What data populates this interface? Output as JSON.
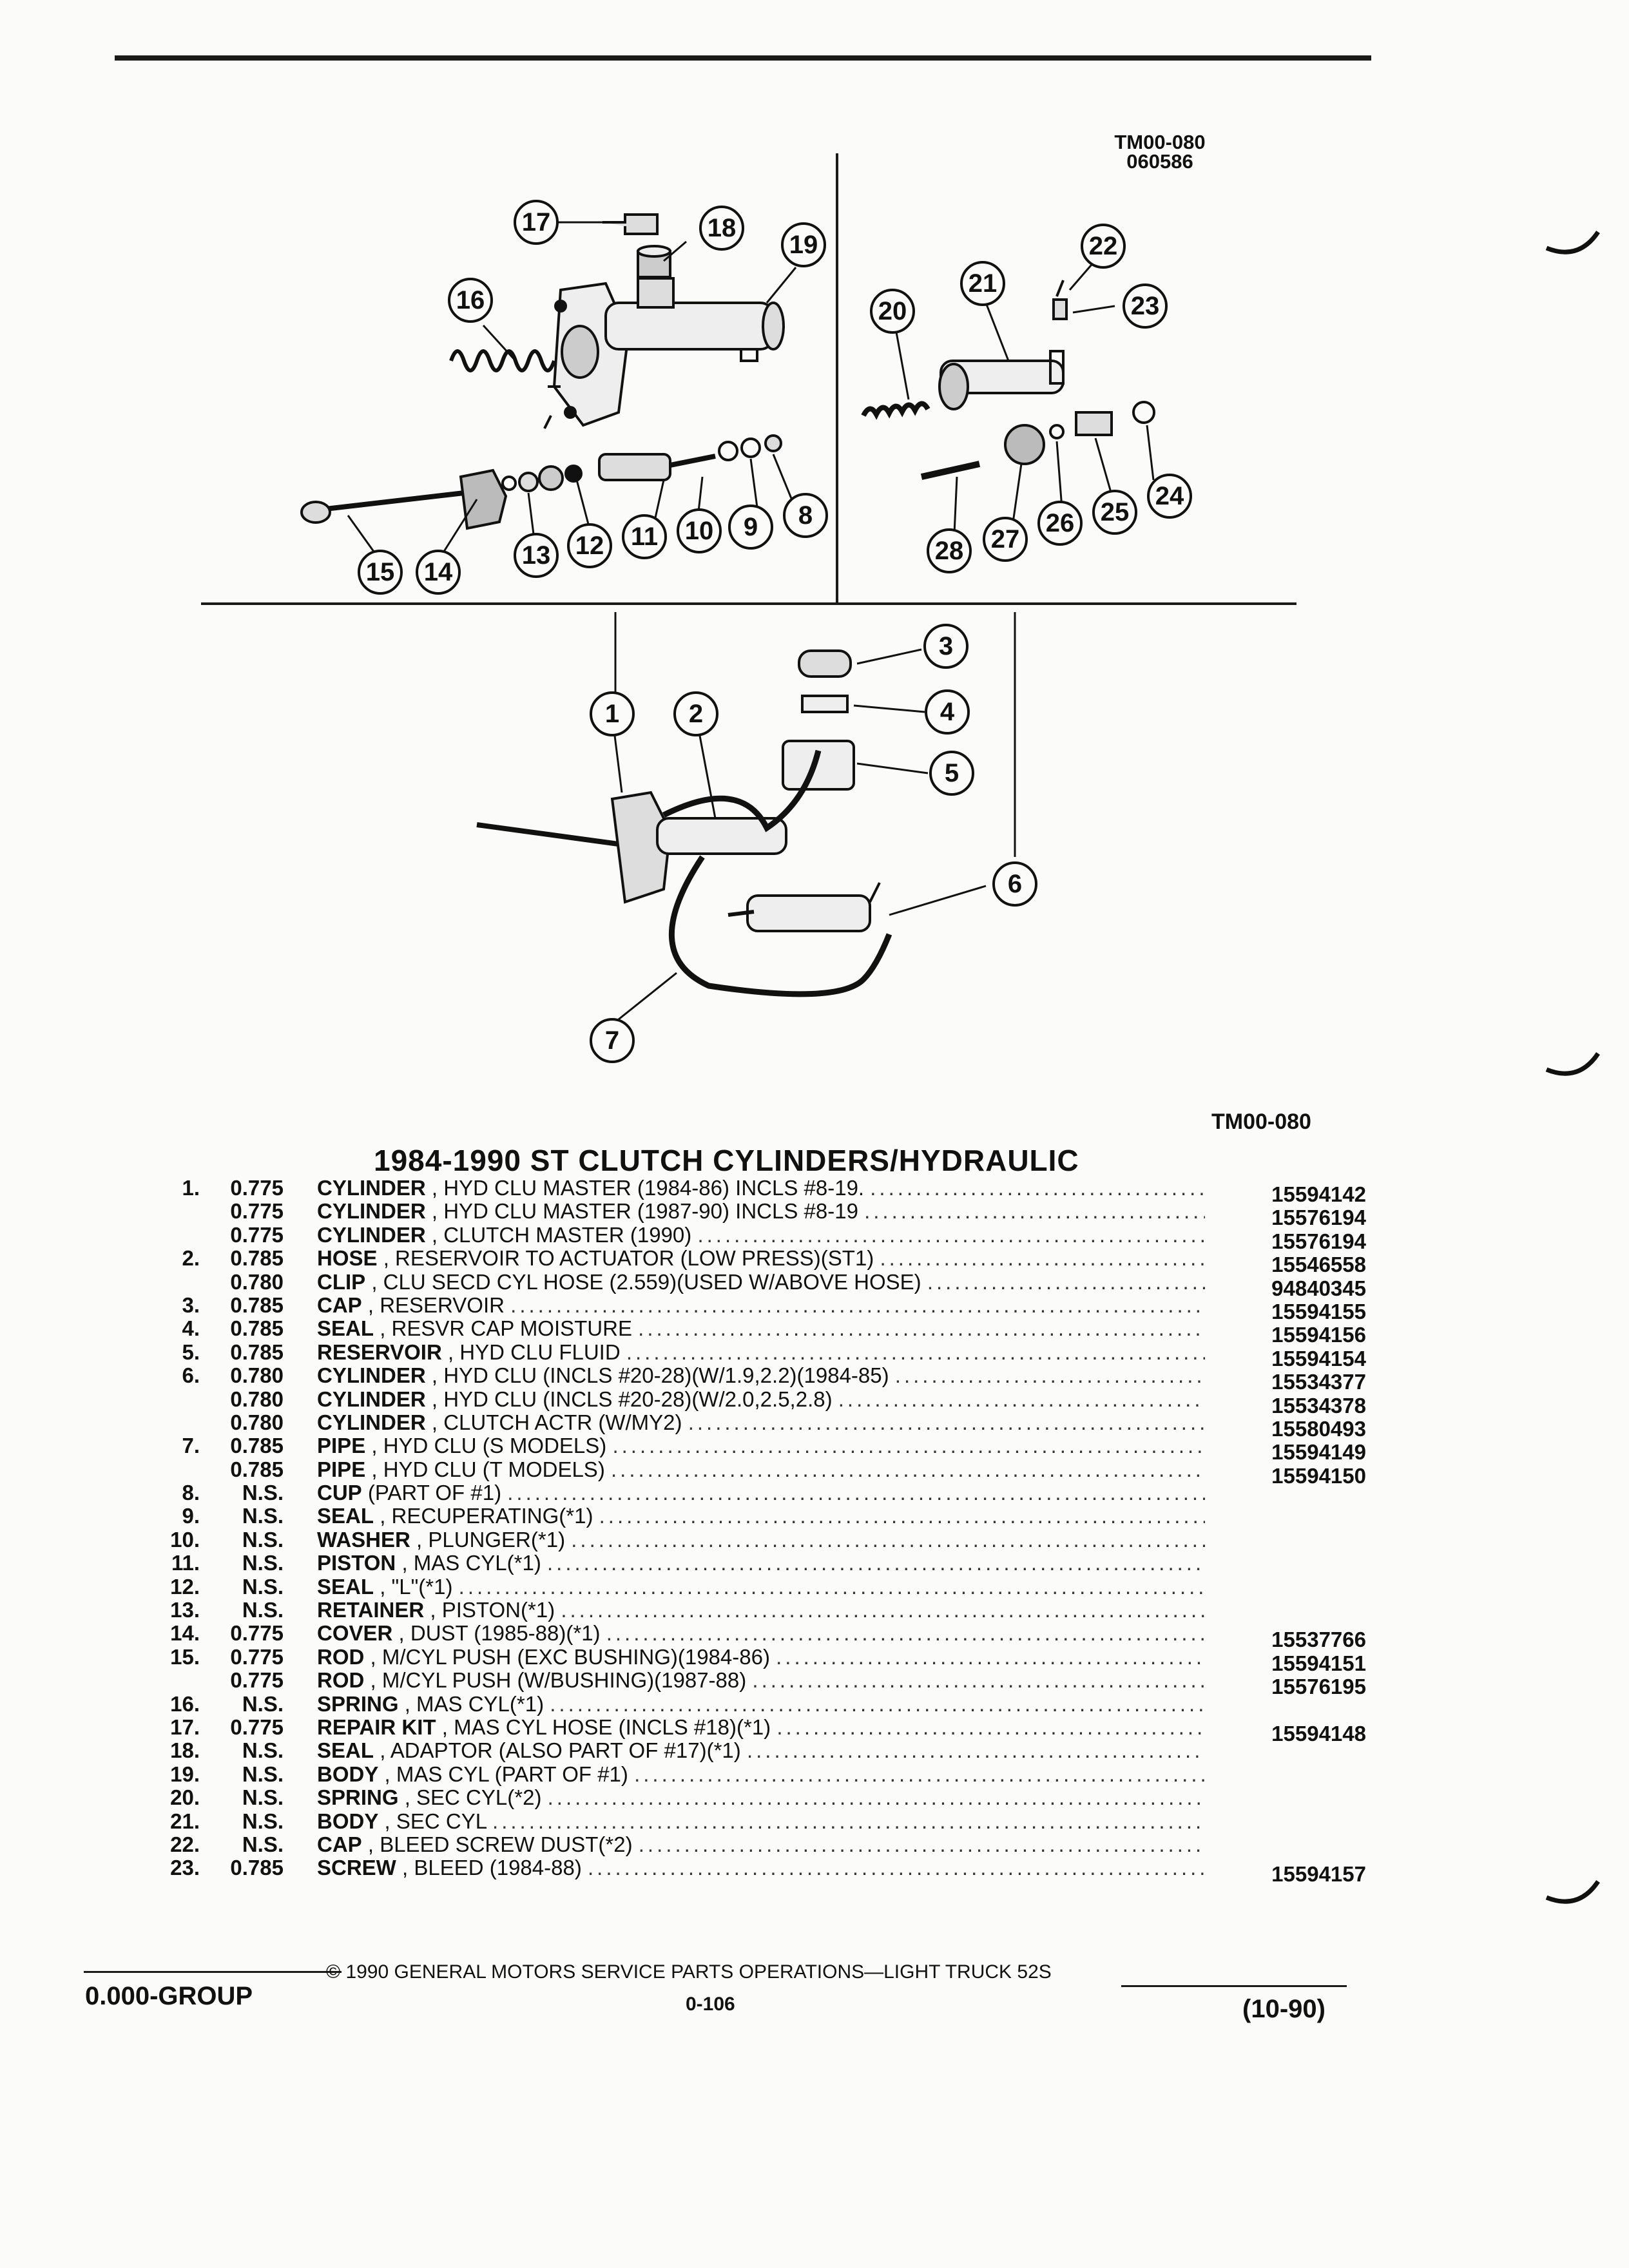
{
  "reference": {
    "code": "TM00-080",
    "date_code": "060586"
  },
  "figure_label": "TM00-080",
  "title": "1984-1990 ST CLUTCH CYLINDERS/HYDRAULIC",
  "callouts": [
    "1",
    "2",
    "3",
    "4",
    "5",
    "6",
    "7",
    "8",
    "9",
    "10",
    "11",
    "12",
    "13",
    "14",
    "15",
    "16",
    "17",
    "18",
    "19",
    "20",
    "21",
    "22",
    "23",
    "24",
    "25",
    "26",
    "27",
    "28"
  ],
  "parts": [
    {
      "num": "1.",
      "group": "0.775",
      "name": "CYLINDER",
      "desc": ", HYD CLU MASTER (1984-86) INCLS #8-19.",
      "part_no": "15594142"
    },
    {
      "num": "",
      "group": "0.775",
      "name": "CYLINDER",
      "desc": ", HYD CLU MASTER (1987-90) INCLS #8-19",
      "part_no": "15576194"
    },
    {
      "num": "",
      "group": "0.775",
      "name": "CYLINDER",
      "desc": ", CLUTCH MASTER (1990)",
      "part_no": "15576194"
    },
    {
      "num": "2.",
      "group": "0.785",
      "name": "HOSE",
      "desc": ", RESERVOIR TO ACTUATOR (LOW PRESS)(ST1)",
      "part_no": "15546558"
    },
    {
      "num": "",
      "group": "0.780",
      "name": "CLIP",
      "desc": ", CLU SECD CYL HOSE (2.559)(USED W/ABOVE HOSE)",
      "part_no": "94840345"
    },
    {
      "num": "3.",
      "group": "0.785",
      "name": "CAP",
      "desc": ", RESERVOIR",
      "part_no": "15594155"
    },
    {
      "num": "4.",
      "group": "0.785",
      "name": "SEAL",
      "desc": ", RESVR CAP MOISTURE",
      "part_no": "15594156"
    },
    {
      "num": "5.",
      "group": "0.785",
      "name": "RESERVOIR",
      "desc": ", HYD CLU FLUID",
      "part_no": "15594154"
    },
    {
      "num": "6.",
      "group": "0.780",
      "name": "CYLINDER",
      "desc": ", HYD CLU (INCLS #20-28)(W/1.9,2.2)(1984-85)",
      "part_no": "15534377"
    },
    {
      "num": "",
      "group": "0.780",
      "name": "CYLINDER",
      "desc": ", HYD CLU (INCLS #20-28)(W/2.0,2.5,2.8)",
      "part_no": "15534378"
    },
    {
      "num": "",
      "group": "0.780",
      "name": "CYLINDER",
      "desc": ", CLUTCH ACTR (W/MY2)",
      "part_no": "15580493"
    },
    {
      "num": "7.",
      "group": "0.785",
      "name": "PIPE",
      "desc": ", HYD CLU (S MODELS)",
      "part_no": "15594149"
    },
    {
      "num": "",
      "group": "0.785",
      "name": "PIPE",
      "desc": ", HYD CLU (T MODELS)",
      "part_no": "15594150"
    },
    {
      "num": "8.",
      "group": "N.S.",
      "name": "CUP",
      "desc": "(PART OF #1)",
      "part_no": ""
    },
    {
      "num": "9.",
      "group": "N.S.",
      "name": "SEAL",
      "desc": ", RECUPERATING(*1)",
      "part_no": ""
    },
    {
      "num": "10.",
      "group": "N.S.",
      "name": "WASHER",
      "desc": ", PLUNGER(*1)",
      "part_no": ""
    },
    {
      "num": "11.",
      "group": "N.S.",
      "name": "PISTON",
      "desc": ", MAS CYL(*1)",
      "part_no": ""
    },
    {
      "num": "12.",
      "group": "N.S.",
      "name": "SEAL",
      "desc": ", \"L\"(*1)",
      "part_no": ""
    },
    {
      "num": "13.",
      "group": "N.S.",
      "name": "RETAINER",
      "desc": ", PISTON(*1)",
      "part_no": ""
    },
    {
      "num": "14.",
      "group": "0.775",
      "name": "COVER",
      "desc": ", DUST (1985-88)(*1)",
      "part_no": "15537766"
    },
    {
      "num": "15.",
      "group": "0.775",
      "name": "ROD",
      "desc": ", M/CYL PUSH (EXC BUSHING)(1984-86)",
      "part_no": "15594151"
    },
    {
      "num": "",
      "group": "0.775",
      "name": "ROD",
      "desc": ", M/CYL PUSH (W/BUSHING)(1987-88)",
      "part_no": "15576195"
    },
    {
      "num": "16.",
      "group": "N.S.",
      "name": "SPRING",
      "desc": ", MAS CYL(*1)",
      "part_no": ""
    },
    {
      "num": "17.",
      "group": "0.775",
      "name": "REPAIR KIT",
      "desc": ", MAS CYL HOSE (INCLS #18)(*1)",
      "part_no": "15594148"
    },
    {
      "num": "18.",
      "group": "N.S.",
      "name": "SEAL",
      "desc": ", ADAPTOR (ALSO PART OF #17)(*1)",
      "part_no": ""
    },
    {
      "num": "19.",
      "group": "N.S.",
      "name": "BODY",
      "desc": ", MAS CYL (PART OF #1)",
      "part_no": ""
    },
    {
      "num": "20.",
      "group": "N.S.",
      "name": "SPRING",
      "desc": ", SEC CYL(*2)",
      "part_no": ""
    },
    {
      "num": "21.",
      "group": "N.S.",
      "name": "BODY",
      "desc": ", SEC CYL",
      "part_no": ""
    },
    {
      "num": "22.",
      "group": "N.S.",
      "name": "CAP",
      "desc": ", BLEED SCREW DUST(*2)",
      "part_no": ""
    },
    {
      "num": "23.",
      "group": "0.785",
      "name": "SCREW",
      "desc": ", BLEED (1984-88)",
      "part_no": "15594157"
    }
  ],
  "footer": {
    "group": "0.000-GROUP",
    "copyright": "© 1990 GENERAL MOTORS SERVICE PARTS OPERATIONS—LIGHT TRUCK 52S",
    "page": "0-106",
    "revision": "(10-90)"
  }
}
